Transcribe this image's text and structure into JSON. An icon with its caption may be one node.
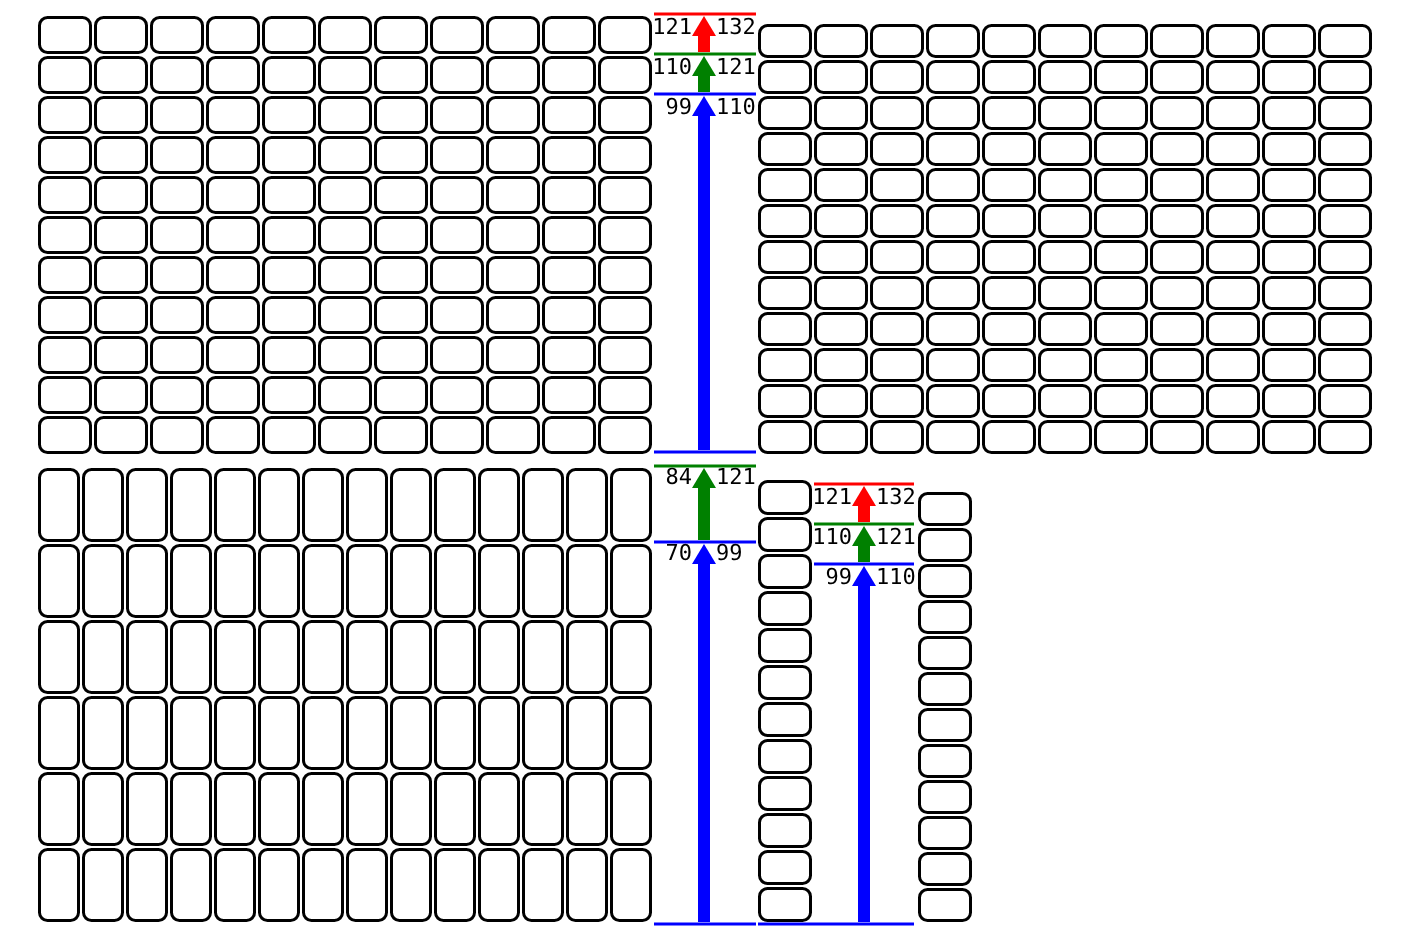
{
  "diagram": {
    "labels": [
      "121",
      "132",
      "110",
      "121",
      "99",
      "110",
      "84",
      "121",
      "121",
      "132",
      "110",
      "121",
      "70",
      "99",
      "99",
      "110"
    ]
  }
}
